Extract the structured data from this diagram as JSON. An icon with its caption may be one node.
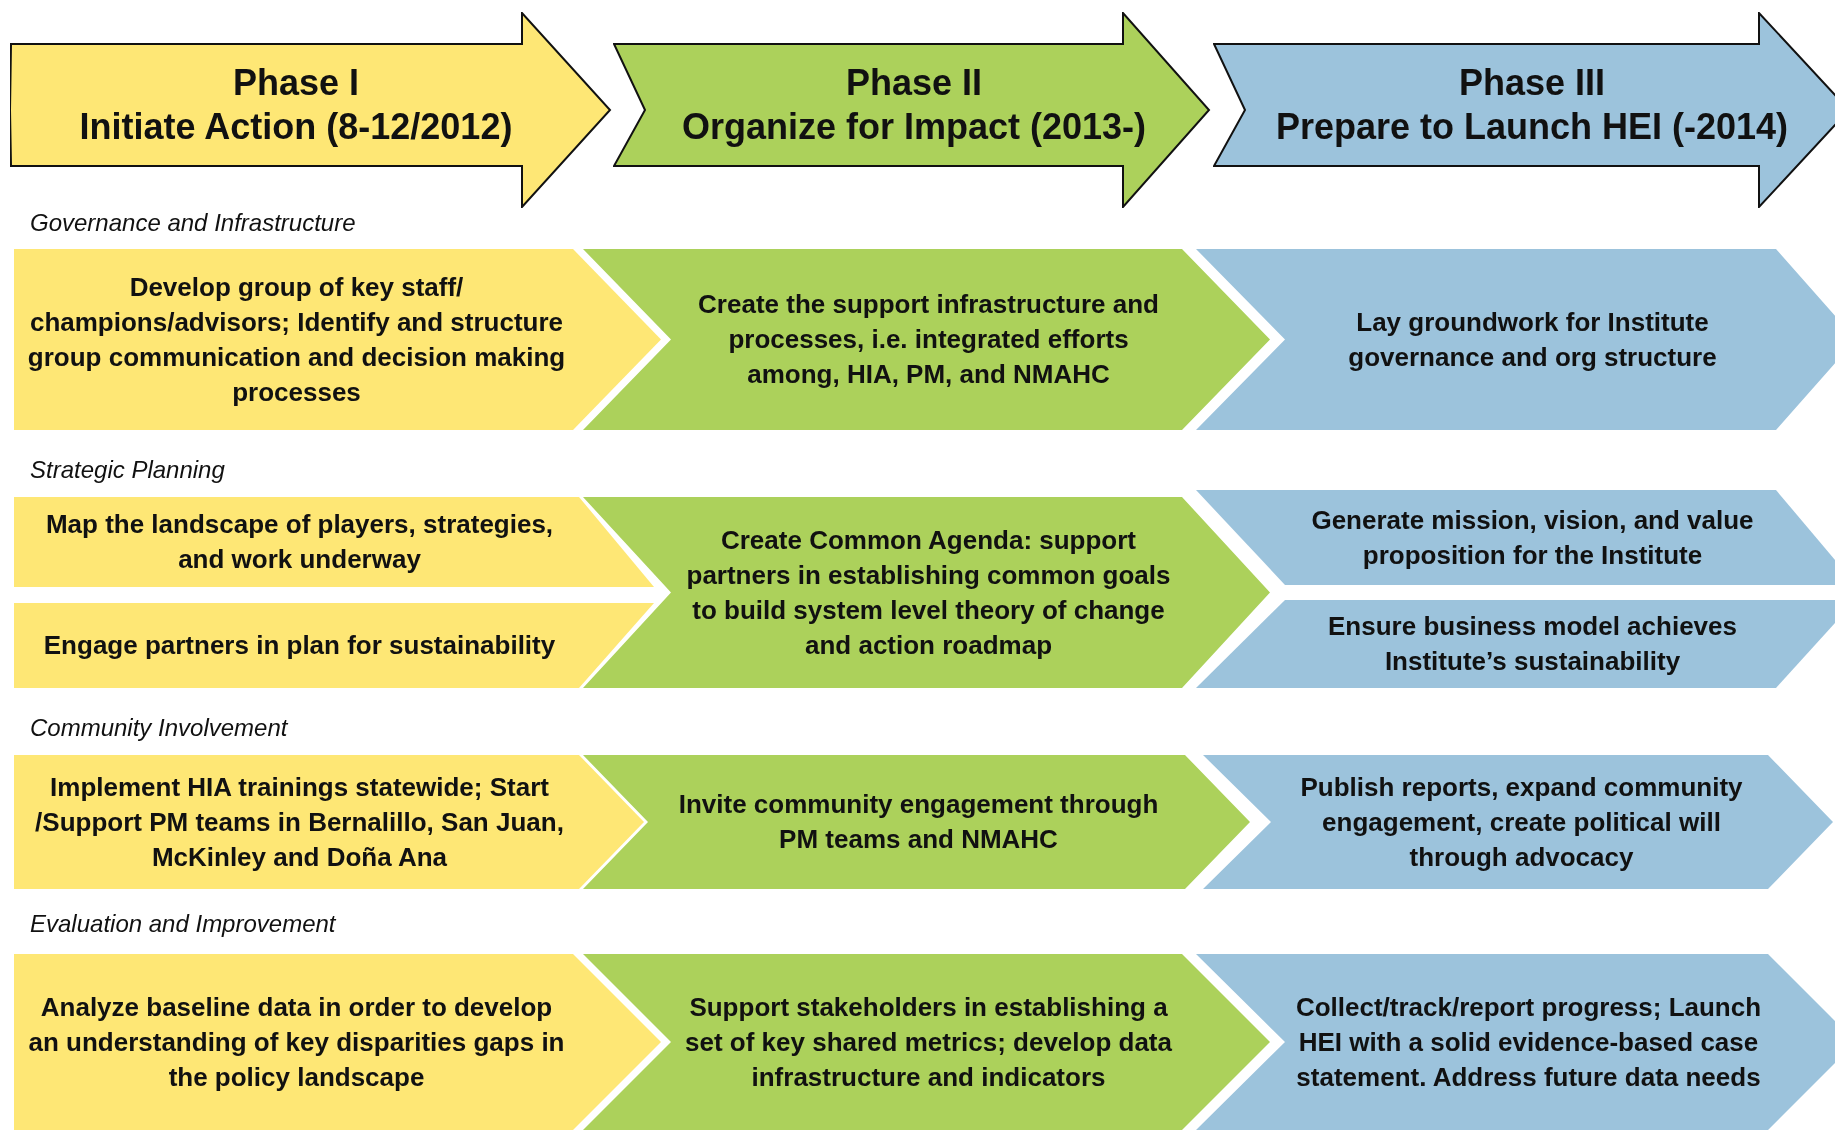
{
  "diagram": {
    "nodes": [
      {
        "text": [
          "Phase I",
          "Initiate Action (8-12/2012)"
        ]
      },
      {
        "text": [
          "Phase II",
          "Organize for Impact (2013-)"
        ]
      },
      {
        "text": [
          "Phase III",
          "Prepare to Launch HEI (-2014)"
        ]
      },
      {
        "text": [
          "Develop group of key staff/ champions/advisors; Identify and structure group communication and decision making processes"
        ]
      },
      {
        "text": [
          "Create the support infrastructure and processes, i.e. integrated efforts among, HIA, PM, and NMAHC"
        ]
      },
      {
        "text": [
          "Lay groundwork for Institute governance and org structure"
        ]
      },
      {
        "text": [
          "Map the landscape of players, strategies, and work  underway"
        ]
      },
      {
        "text": [
          "Create Common Agenda: support partners in establishing common goals to build system level theory of change and action roadmap"
        ]
      },
      {
        "text": [
          "Generate mission, vision, and value proposition for the Institute"
        ]
      },
      {
        "text": [
          "Engage partners in plan for sustainability"
        ]
      },
      {
        "text": [
          "Ensure business model achieves Institute’s sustainability"
        ]
      },
      {
        "text": [
          "Implement HIA trainings statewide; Start /Support PM teams in Bernalillo, San Juan, McKinley and Doña Ana"
        ]
      },
      {
        "text": [
          "Invite community engagement through PM teams and NMAHC"
        ]
      },
      {
        "text": [
          "Publish reports, expand community engagement, create political will through advocacy"
        ]
      },
      {
        "text": [
          "Analyze baseline data in order to develop an understanding of key disparities gaps in the policy landscape"
        ]
      },
      {
        "text": [
          "Support stakeholders in establishing a set of key shared metrics; develop data infrastructure and indicators"
        ]
      },
      {
        "text": [
          "Collect/track/report progress; Launch HEI with a solid evidence-based case statement. Address future data needs"
        ]
      }
    ],
    "labels": [
      "Governance and Infrastructure",
      "Strategic Planning",
      "Community Involvement",
      "Evaluation and Improvement"
    ]
  }
}
